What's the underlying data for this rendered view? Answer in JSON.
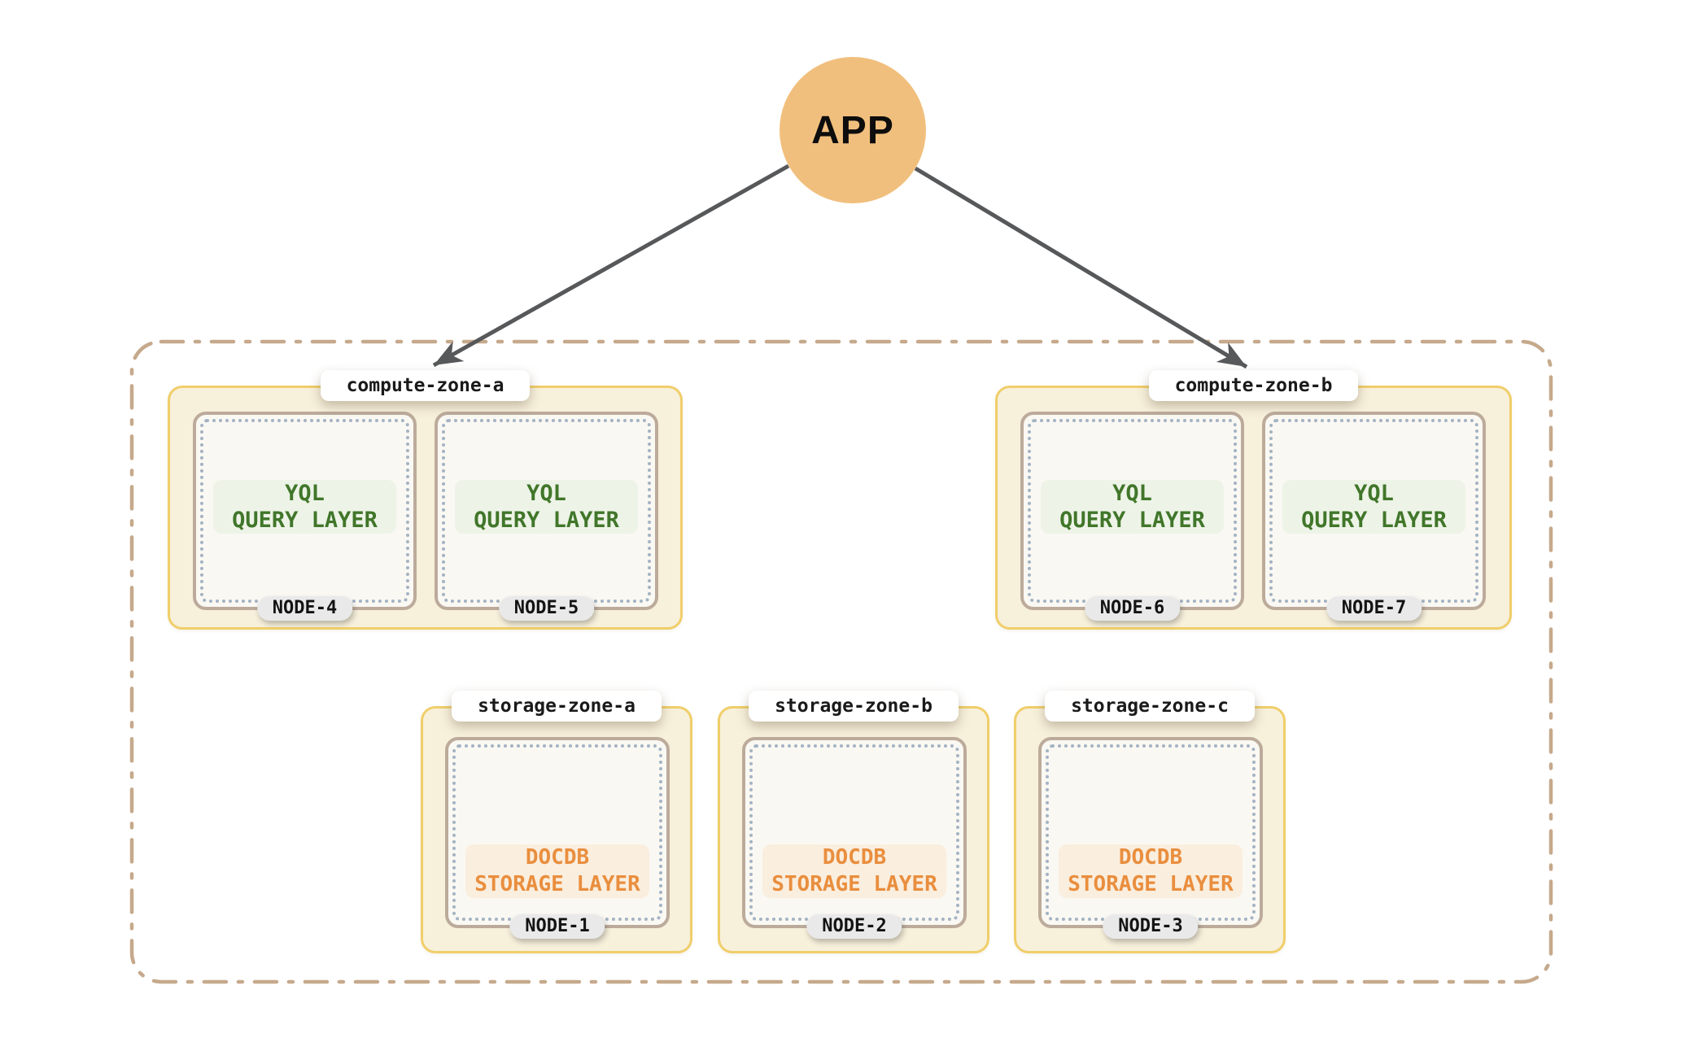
{
  "app_node": {
    "label": "APP"
  },
  "zones": {
    "compute": [
      {
        "label": "compute-zone-a",
        "nodes": [
          {
            "name": "NODE-4",
            "layer_line1": "YQL",
            "layer_line2": "QUERY LAYER"
          },
          {
            "name": "NODE-5",
            "layer_line1": "YQL",
            "layer_line2": "QUERY LAYER"
          }
        ]
      },
      {
        "label": "compute-zone-b",
        "nodes": [
          {
            "name": "NODE-6",
            "layer_line1": "YQL",
            "layer_line2": "QUERY LAYER"
          },
          {
            "name": "NODE-7",
            "layer_line1": "YQL",
            "layer_line2": "QUERY LAYER"
          }
        ]
      }
    ],
    "storage": [
      {
        "label": "storage-zone-a",
        "nodes": [
          {
            "name": "NODE-1",
            "layer_line1": "DOCDB",
            "layer_line2": "STORAGE LAYER"
          }
        ]
      },
      {
        "label": "storage-zone-b",
        "nodes": [
          {
            "name": "NODE-2",
            "layer_line1": "DOCDB",
            "layer_line2": "STORAGE LAYER"
          }
        ]
      },
      {
        "label": "storage-zone-c",
        "nodes": [
          {
            "name": "NODE-3",
            "layer_line1": "DOCDB",
            "layer_line2": "STORAGE LAYER"
          }
        ]
      }
    ]
  },
  "colors": {
    "app_circle": "#F1BF7D",
    "arrow": "#57585A",
    "cluster_dash_border": "#C6A98C",
    "zone_border": "#F0CE6A",
    "zone_fill": "#F7F0DB",
    "node_border": "#BCAB9B",
    "node_fill": "#FAF8F3",
    "node_dotted_inner": "#A3B3C2",
    "query_layer_text": "#41762A",
    "query_layer_fill": "#EDF4E7",
    "storage_layer_text": "#E98E3E",
    "storage_layer_fill": "#FAEEDE",
    "node_badge_fill": "#E9E9E9",
    "zone_label_fill": "#FFFFFF"
  }
}
